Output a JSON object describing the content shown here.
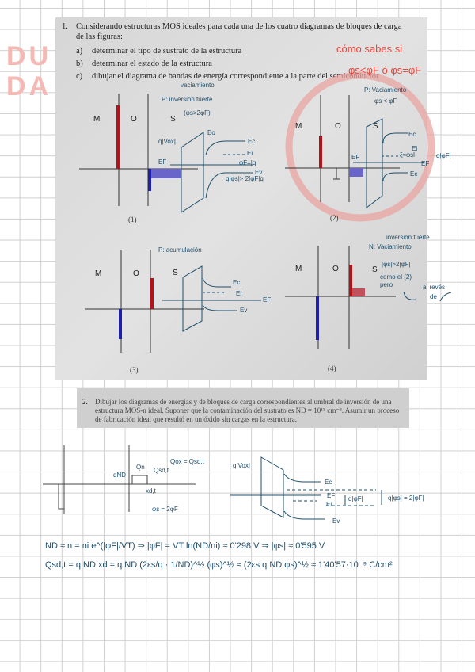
{
  "watermark": {
    "text": "DU DA",
    "color": "#f4b9b5"
  },
  "problem1": {
    "number": "1.",
    "statement": "Considerando estructuras MOS ideales para cada una de los cuatro diagramas de bloques de carga de las figuras:",
    "items": [
      {
        "marker": "a)",
        "text": "determinar el tipo de sustrato de la estructura"
      },
      {
        "marker": "b)",
        "text": "determinar el estado de la estructura"
      },
      {
        "marker": "c)",
        "text": "dibujar el diagrama de bandas de energía correspondiente a la parte del semiconductor"
      }
    ],
    "figures": [
      {
        "label": "(1)",
        "M": "M",
        "O": "O",
        "S": "S",
        "notes": [
          "vaciamiento",
          "P: inversión fuerte",
          "(φs>2φF)",
          "q|Vox|",
          "Eo",
          "Ec",
          "Ei",
          "EF",
          "Ev",
          "φF=|q",
          "q|φs|> 2|φF|q"
        ]
      },
      {
        "label": "(2)",
        "M": "M",
        "O": "O",
        "S": "S",
        "notes": [
          "P: Vaciamiento",
          "φs < φF",
          "Ec",
          "Ei",
          "EF",
          "Ec",
          "EF",
          "ξ≈φsl"
        ]
      },
      {
        "label": "(3)",
        "M": "M",
        "O": "O",
        "S": "S",
        "notes": [
          "P: acumulación",
          "Ec",
          "Ei",
          "EF",
          "Ev"
        ]
      },
      {
        "label": "(4)",
        "M": "M",
        "O": "O",
        "S": "S",
        "notes": [
          "inversión fuerte",
          "N: Vaciamiento",
          "|φs|>2|φF|",
          "como el (2)",
          "pero",
          "al revés",
          "de"
        ]
      }
    ],
    "question_annotation": [
      "cómo sabes si",
      "φs<φF  ó  φs=φF"
    ]
  },
  "problem2": {
    "number": "2.",
    "statement": "Dibujar los diagramas de energías y de bloques de carga correspondientes al umbral de inversión de una estructura MOS-n ideal. Suponer que la contaminación del sustrato es ND = 10¹⁵ cm⁻³. Asumir un proceso de fabricación ideal que resultó en un óxido sin cargas en la estructura."
  },
  "solution": {
    "charge_diagram": {
      "labels": [
        "qND",
        "Qn",
        "Qsd,t",
        "xd,t",
        "Qox = Qsd,t",
        "φs = 2φF"
      ]
    },
    "band_diagram": {
      "labels": [
        "q|Vox|",
        "Ec",
        "EF",
        "Ei",
        "q|φF|",
        "q|φs| = 2|φF|",
        "Ev"
      ]
    },
    "equations": [
      "ND ≈ n = ni e^(|φF|/VT)  ⇒  |φF| = VT ln(ND/ni) ≈ 0'298 V  ⇒  |φs| ≈ 0'595 V",
      "Qsd,t = q ND xd = q ND (2εs/q · 1/ND)^½ (φs)^½ ≈ (2εs q ND φs)^½ ≈ 1'40'57·10⁻⁹ C/cm²"
    ]
  },
  "colors": {
    "positive_charge": "#b3121a",
    "negative_charge": "#1f1fa8",
    "inversion_charge": "#6a66c9",
    "annotation_ink": "#1f4e6a",
    "red_ink": "#e8453c",
    "circle": "#e8a4a0"
  }
}
